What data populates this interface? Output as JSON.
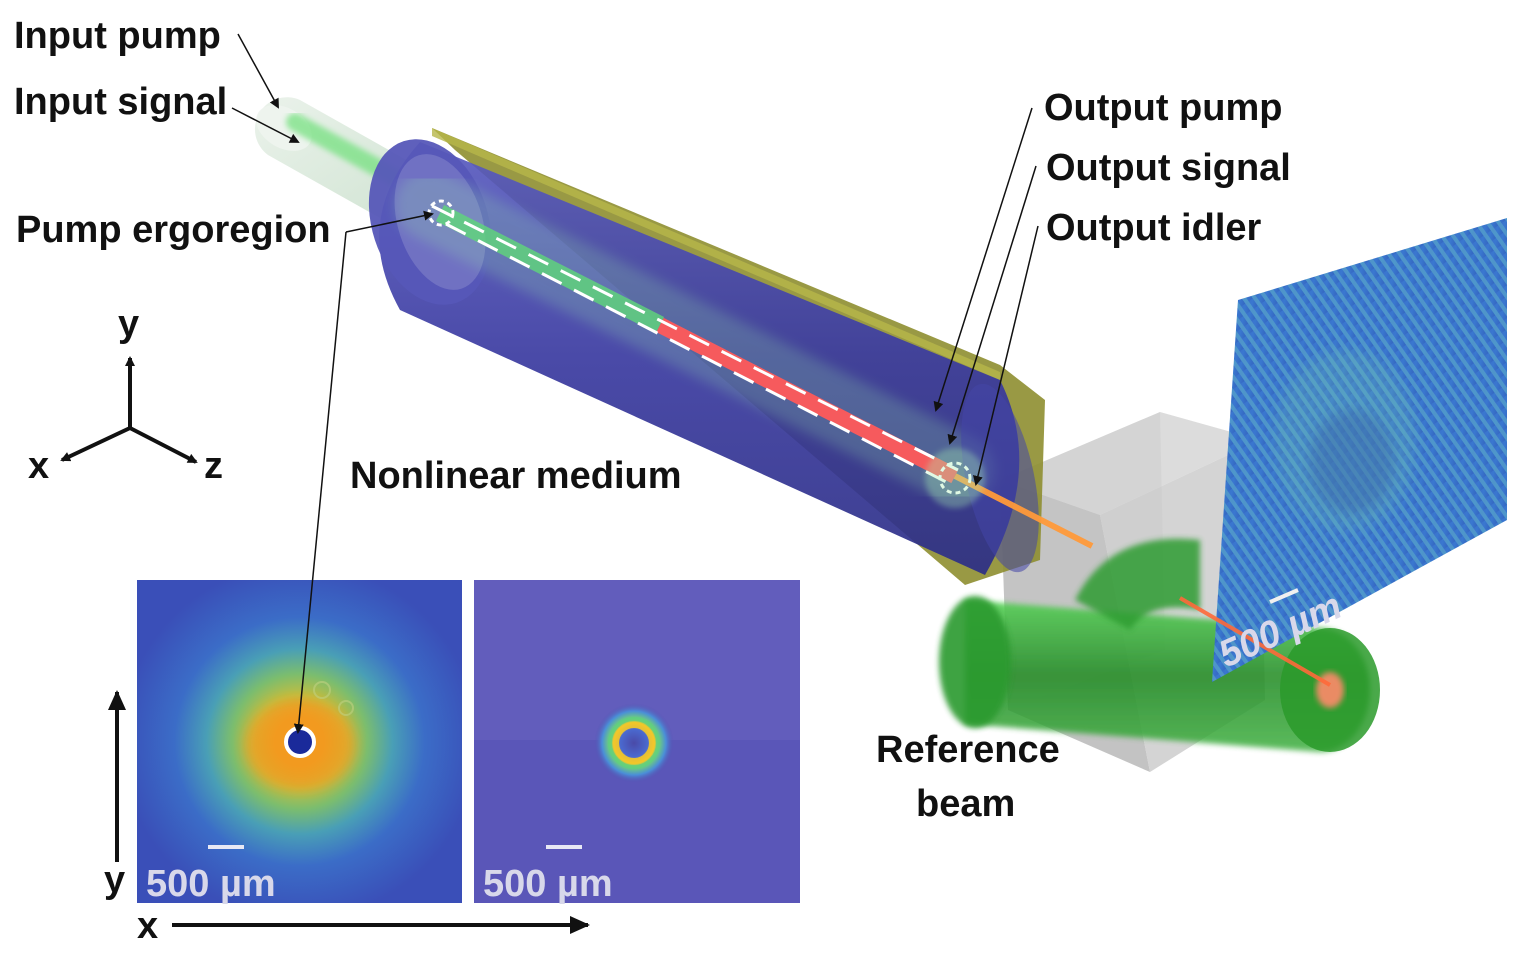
{
  "labels": {
    "input_pump": "Input pump",
    "input_signal": "Input signal",
    "pump_ergoregion": "Pump ergoregion",
    "output_pump": "Output pump",
    "output_signal": "Output signal",
    "output_idler": "Output idler",
    "nonlinear_medium": "Nonlinear medium",
    "reference_beam_line1": "Reference",
    "reference_beam_line2": "beam"
  },
  "axes": {
    "y": "y",
    "x": "x",
    "z": "z",
    "inset_y": "y",
    "inset_x": "x"
  },
  "scale_bars": {
    "left_panel": "500 µm",
    "middle_panel": "500 µm",
    "interferogram": "500 µm"
  },
  "icons": {
    "crystal": "nonlinear-medium-cylinder-icon",
    "beam_splitter": "beam-splitter-cube-icon",
    "reference": "reference-beam-tube-icon",
    "screen": "interference-pattern-screen-icon"
  },
  "colors": {
    "medium": "#3b3fa0",
    "shell": "#8a8a2a",
    "pump": "#63e07a",
    "idler": "#ff5a5a",
    "reference": "#2e9b2e",
    "panel_bg": "#4b4aa8"
  }
}
